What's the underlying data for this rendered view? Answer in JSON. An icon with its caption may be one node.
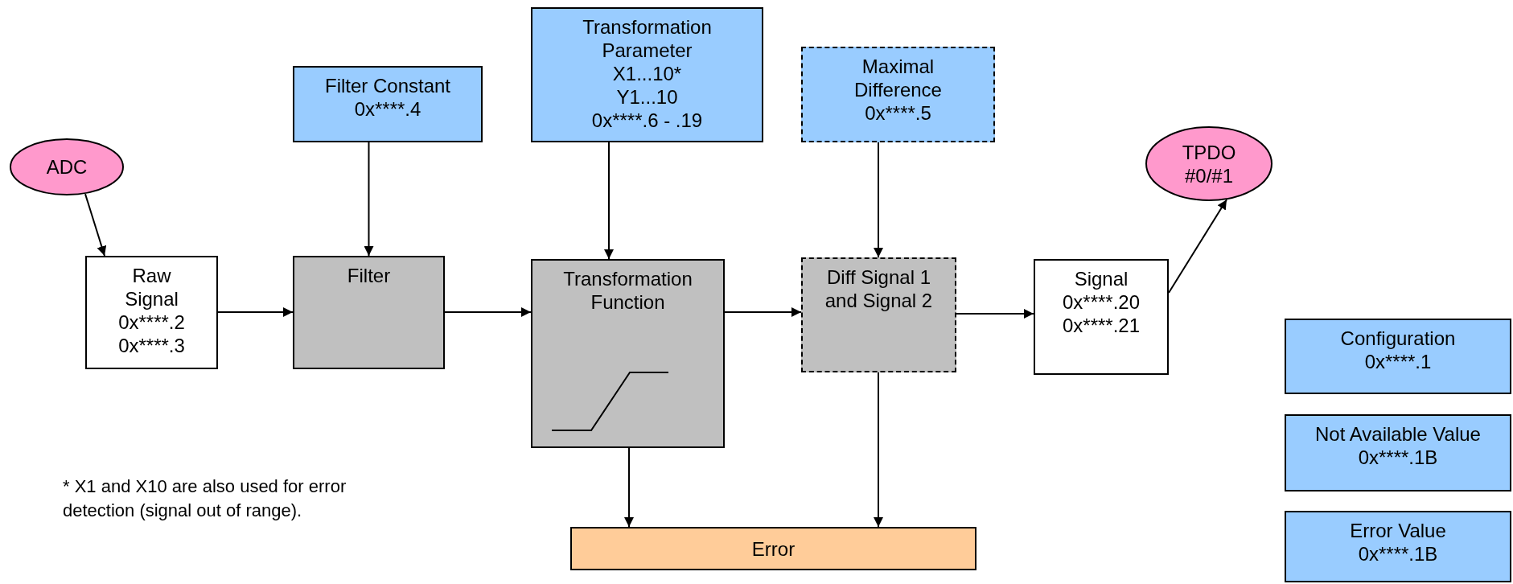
{
  "diagram": {
    "nodes": [
      {
        "text": [
          "Transformation Parameter",
          "X1...10*",
          "Y1...10",
          "0x****.6 - .19"
        ]
      },
      {
        "text": [
          "Filter Constant",
          "0x****.4"
        ]
      },
      {
        "text": [
          "Maximal Difference",
          "0x****.5"
        ]
      },
      {
        "text": [
          "TPDO",
          "#0/#1"
        ]
      },
      {
        "text": [
          "ADC"
        ]
      },
      {
        "text": [
          "Raw Signal",
          "0x****.2",
          "0x****.3"
        ]
      },
      {
        "text": [
          "Filter"
        ]
      },
      {
        "text": [
          "Transformation Function"
        ]
      },
      {
        "text": [
          "Diff Signal 1 and Signal 2"
        ]
      },
      {
        "text": [
          "Signal",
          "0x****.20",
          "0x****.21"
        ]
      },
      {
        "text": [
          "Configuration",
          "0x****.1"
        ]
      },
      {
        "text": [
          "Not Available Value",
          "0x****.1B"
        ]
      },
      {
        "text": [
          "Error"
        ]
      },
      {
        "text": [
          "Error Value",
          "0x****.1B"
        ]
      }
    ],
    "edges": [
      {
        "from": 4,
        "to": 5,
        "arrow": "to"
      },
      {
        "from": 1,
        "to": 6,
        "arrow": "to"
      },
      {
        "from": 5,
        "to": 6,
        "arrow": "to"
      },
      {
        "from": 0,
        "to": 7,
        "arrow": "to"
      },
      {
        "from": 6,
        "to": 7,
        "arrow": "to"
      },
      {
        "from": 2,
        "to": 8,
        "arrow": "to"
      },
      {
        "from": 7,
        "to": 8,
        "arrow": "to"
      },
      {
        "from": 8,
        "to": 9,
        "arrow": "to"
      },
      {
        "from": 9,
        "to": 3,
        "arrow": "to"
      },
      {
        "from": 7,
        "to": 12,
        "arrow": "to"
      },
      {
        "from": 8,
        "to": 12,
        "arrow": "to"
      }
    ],
    "labels": [
      "* X1 and X10 are also used for error detection (signal out of range)."
    ]
  }
}
